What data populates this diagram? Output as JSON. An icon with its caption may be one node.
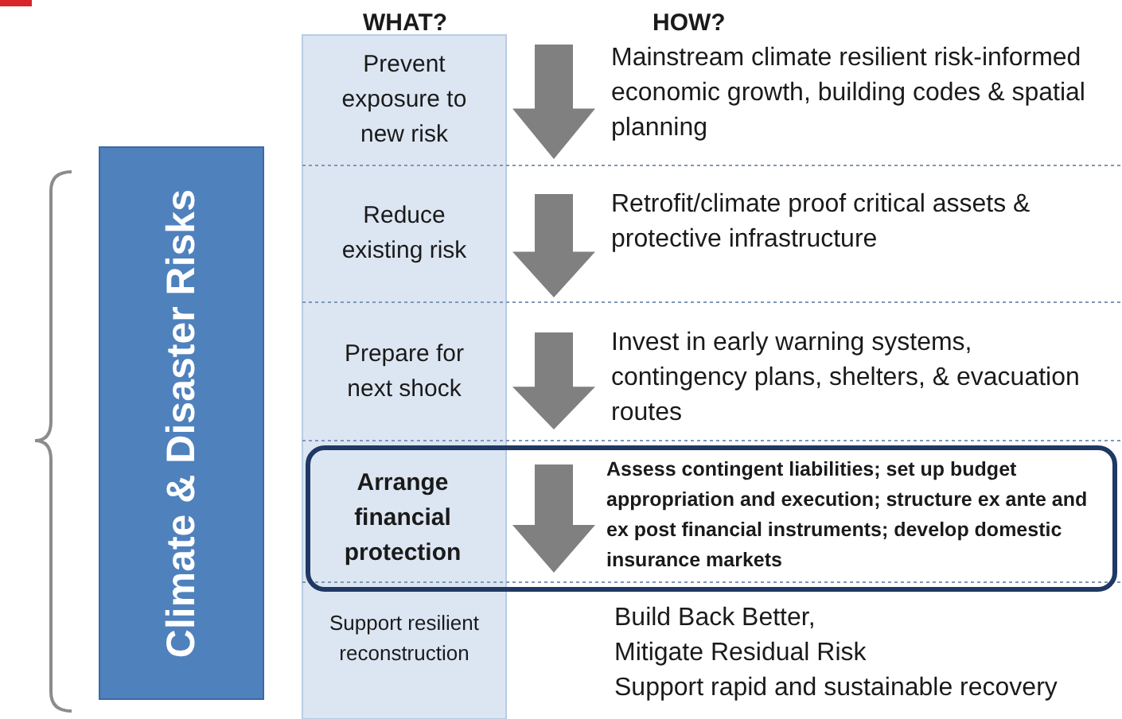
{
  "diagram": {
    "nodes": [
      {
        "text": [
          "Climate & Disaster Risks"
        ]
      },
      {
        "text": [
          "Prevent exposure to new risk"
        ]
      },
      {
        "text": [
          "Mainstream climate resilient risk-informed economic growth, building codes & spatial planning"
        ]
      },
      {
        "text": [
          "Reduce existing risk"
        ]
      },
      {
        "text": [
          "Retrofit/climate proof critical assets & protective infrastructure"
        ]
      },
      {
        "text": [
          "Prepare for next shock"
        ]
      },
      {
        "text": [
          "Invest in early warning systems, contingency plans, shelters, & evacuation routes"
        ]
      },
      {
        "text": [],
        "shape": "box"
      },
      {
        "text": [
          "Arrange financial protection"
        ],
        "in": 7
      },
      {
        "text": [
          "Assess contingent liabilities; set up budget appropriation and execution; structure ex ante and ex post financial instruments; develop domestic insurance markets"
        ],
        "in": 7
      },
      {
        "text": [
          "Support resilient reconstruction"
        ]
      },
      {
        "text": [
          "Build Back Better,",
          "Mitigate Residual Risk",
          "Support rapid and sustainable recovery"
        ]
      }
    ],
    "edges": [
      {
        "from": 1,
        "to": 3,
        "arrow": "to"
      },
      {
        "from": 3,
        "to": 5,
        "arrow": "to"
      },
      {
        "from": 5,
        "to": 8,
        "arrow": "to"
      },
      {
        "from": 8,
        "to": 10,
        "arrow": "to"
      }
    ],
    "labels": [
      "WHAT?",
      "HOW?"
    ]
  }
}
